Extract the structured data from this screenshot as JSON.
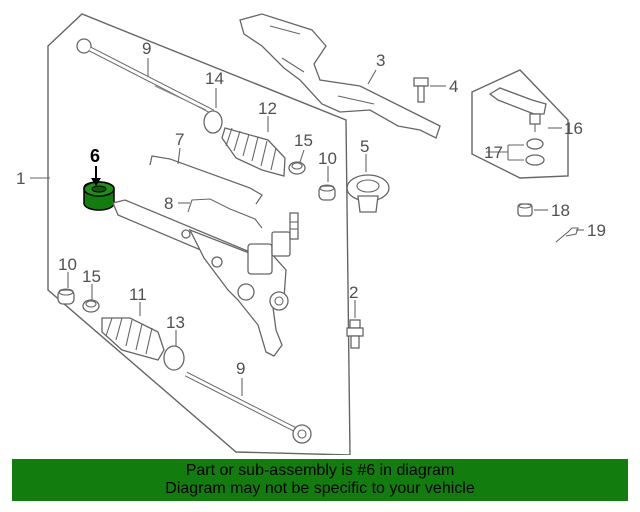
{
  "diagram": {
    "callouts": {
      "c1": "1",
      "c2": "2",
      "c3": "3",
      "c4": "4",
      "c5": "5",
      "c6": "6",
      "c7": "7",
      "c8": "8",
      "c9a": "9",
      "c9b": "9",
      "c10a": "10",
      "c10b": "10",
      "c11": "11",
      "c12": "12",
      "c13": "13",
      "c14": "14",
      "c15a": "15",
      "c15b": "15",
      "c16": "16",
      "c17": "17",
      "c18": "18",
      "c19": "19"
    },
    "highlight_color": "#137c0e"
  },
  "banner": {
    "line1": "Part or sub-assembly is #6 in diagram",
    "line2": "Diagram may not be specific to your vehicle",
    "background": "#137c0e"
  }
}
